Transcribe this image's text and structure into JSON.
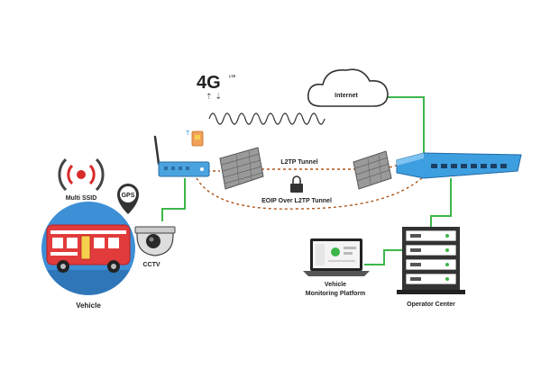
{
  "labels": {
    "internet": "Internet",
    "fourg": "4G",
    "fourg_sub": "LTE",
    "l2tp_tunnel": "L2TP Tunnel",
    "eoip_tunnel": "EOIP Over L2TP Tunnel",
    "multi_ssid": "Multi SSID",
    "gps": "GPS",
    "cctv": "CCTV",
    "vehicle": "Vehicle",
    "vehicle_monitoring_line1": "Vehicle",
    "vehicle_monitoring_line2": "Monitoring Platform",
    "operator_center": "Operator Center"
  },
  "colors": {
    "link_green": "#3cb64a",
    "router_blue": "#4aa3df",
    "switch_blue": "#3e9fe0",
    "tunnel_brown": "#b0571c",
    "wifi_red": "#d92b2b",
    "vehicle_circle": "#3d8fd6",
    "bus_red": "#e23b3b",
    "dark_gray": "#444444",
    "firewall_gray": "#8a8a8a"
  },
  "icons": [
    "cloud-icon",
    "fourg-signal-icon",
    "sim-card-icon",
    "router-icon",
    "firewall-icon",
    "switch-icon",
    "wifi-icon",
    "gps-pin-icon",
    "cctv-camera-icon",
    "bus-icon",
    "laptop-icon",
    "server-rack-icon",
    "lock-icon"
  ]
}
